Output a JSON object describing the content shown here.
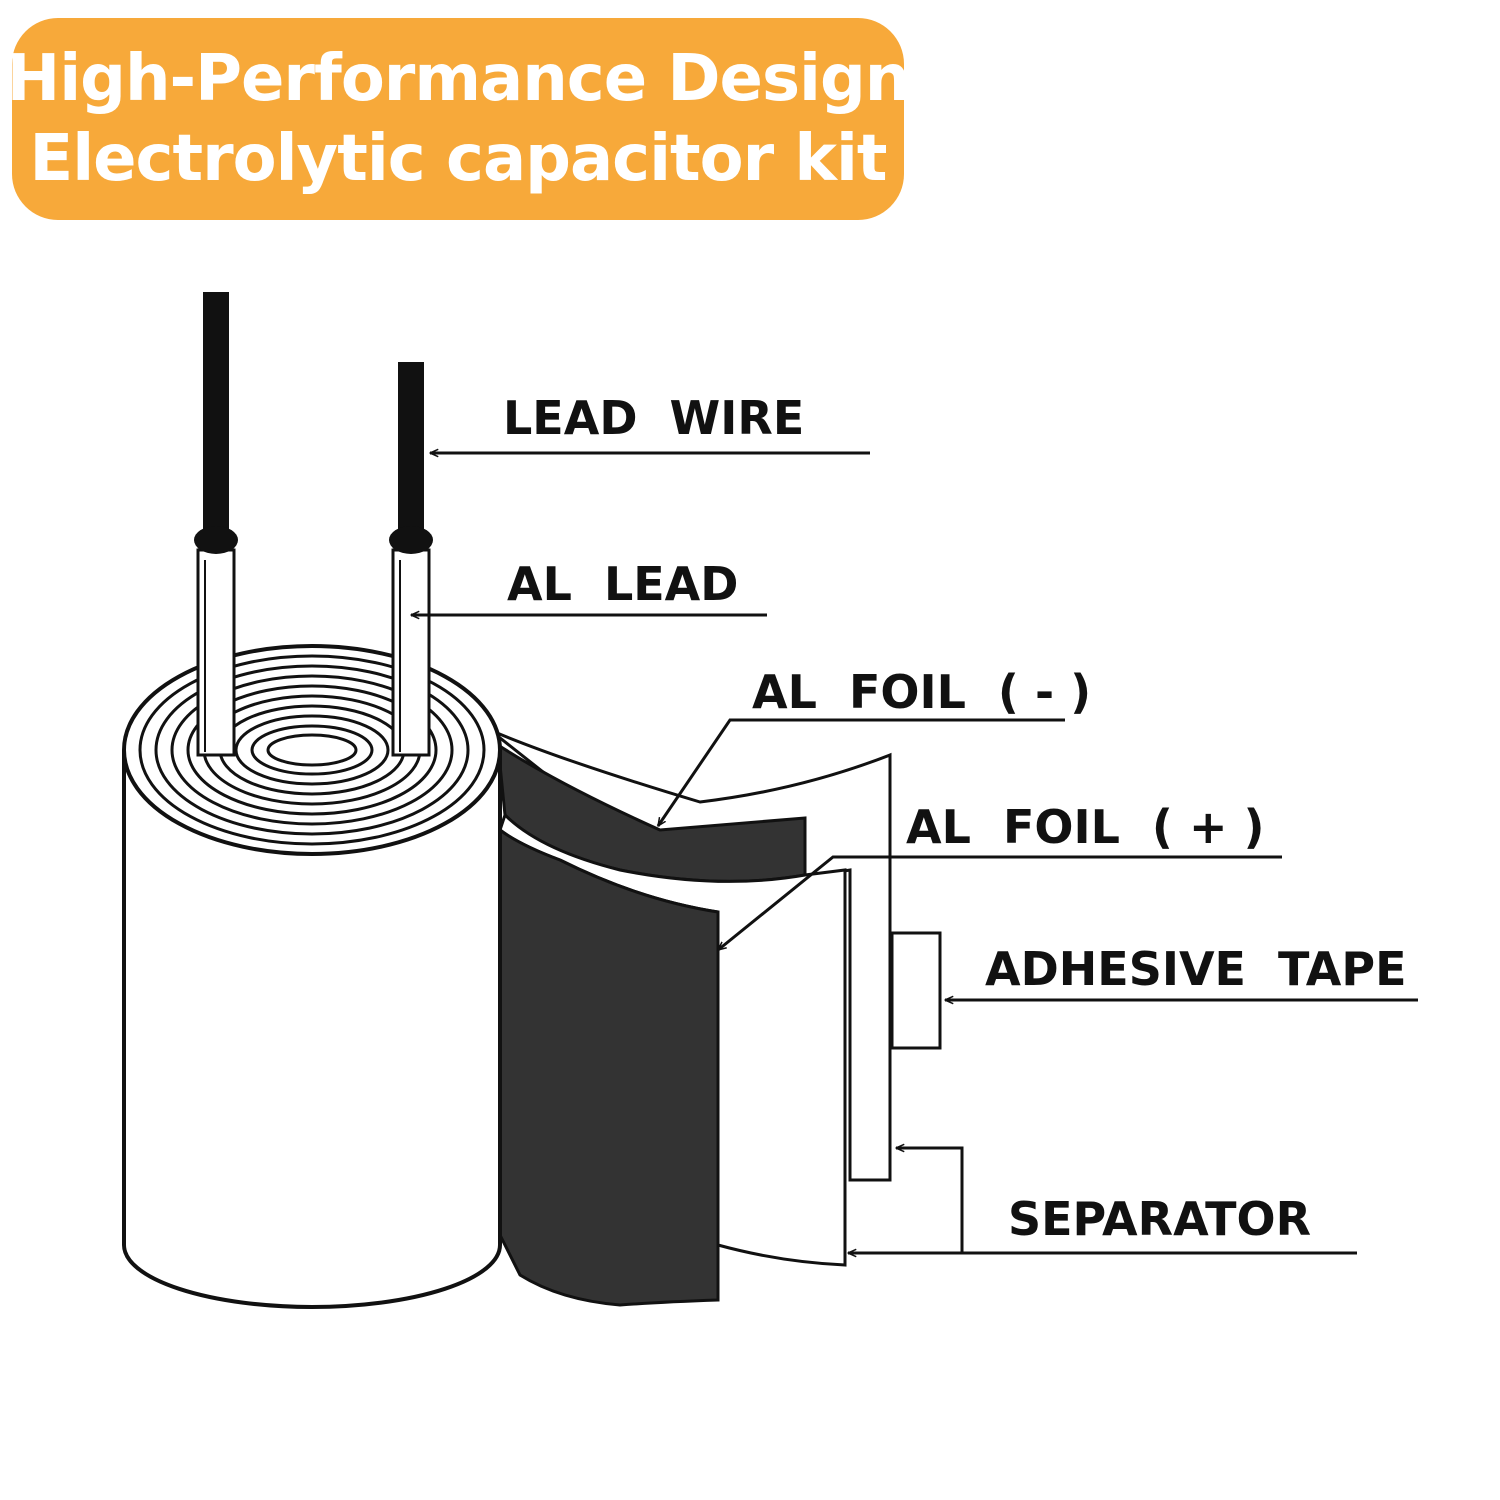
{
  "header": {
    "line1": "High-Performance Design",
    "line2": "Electrolytic capacitor kit"
  },
  "labels": {
    "lead_wire": "LEAD  WIRE",
    "al_lead": "AL  LEAD",
    "al_foil_neg": "AL  FOIL  ( - )",
    "al_foil_pos": "AL  FOIL  ( + )",
    "adhesive_tape": "ADHESIVE  TAPE",
    "separator": "SEPARATOR"
  },
  "colors": {
    "banner": "#f7a93a",
    "foil_dark": "#333333",
    "line": "#111111"
  }
}
